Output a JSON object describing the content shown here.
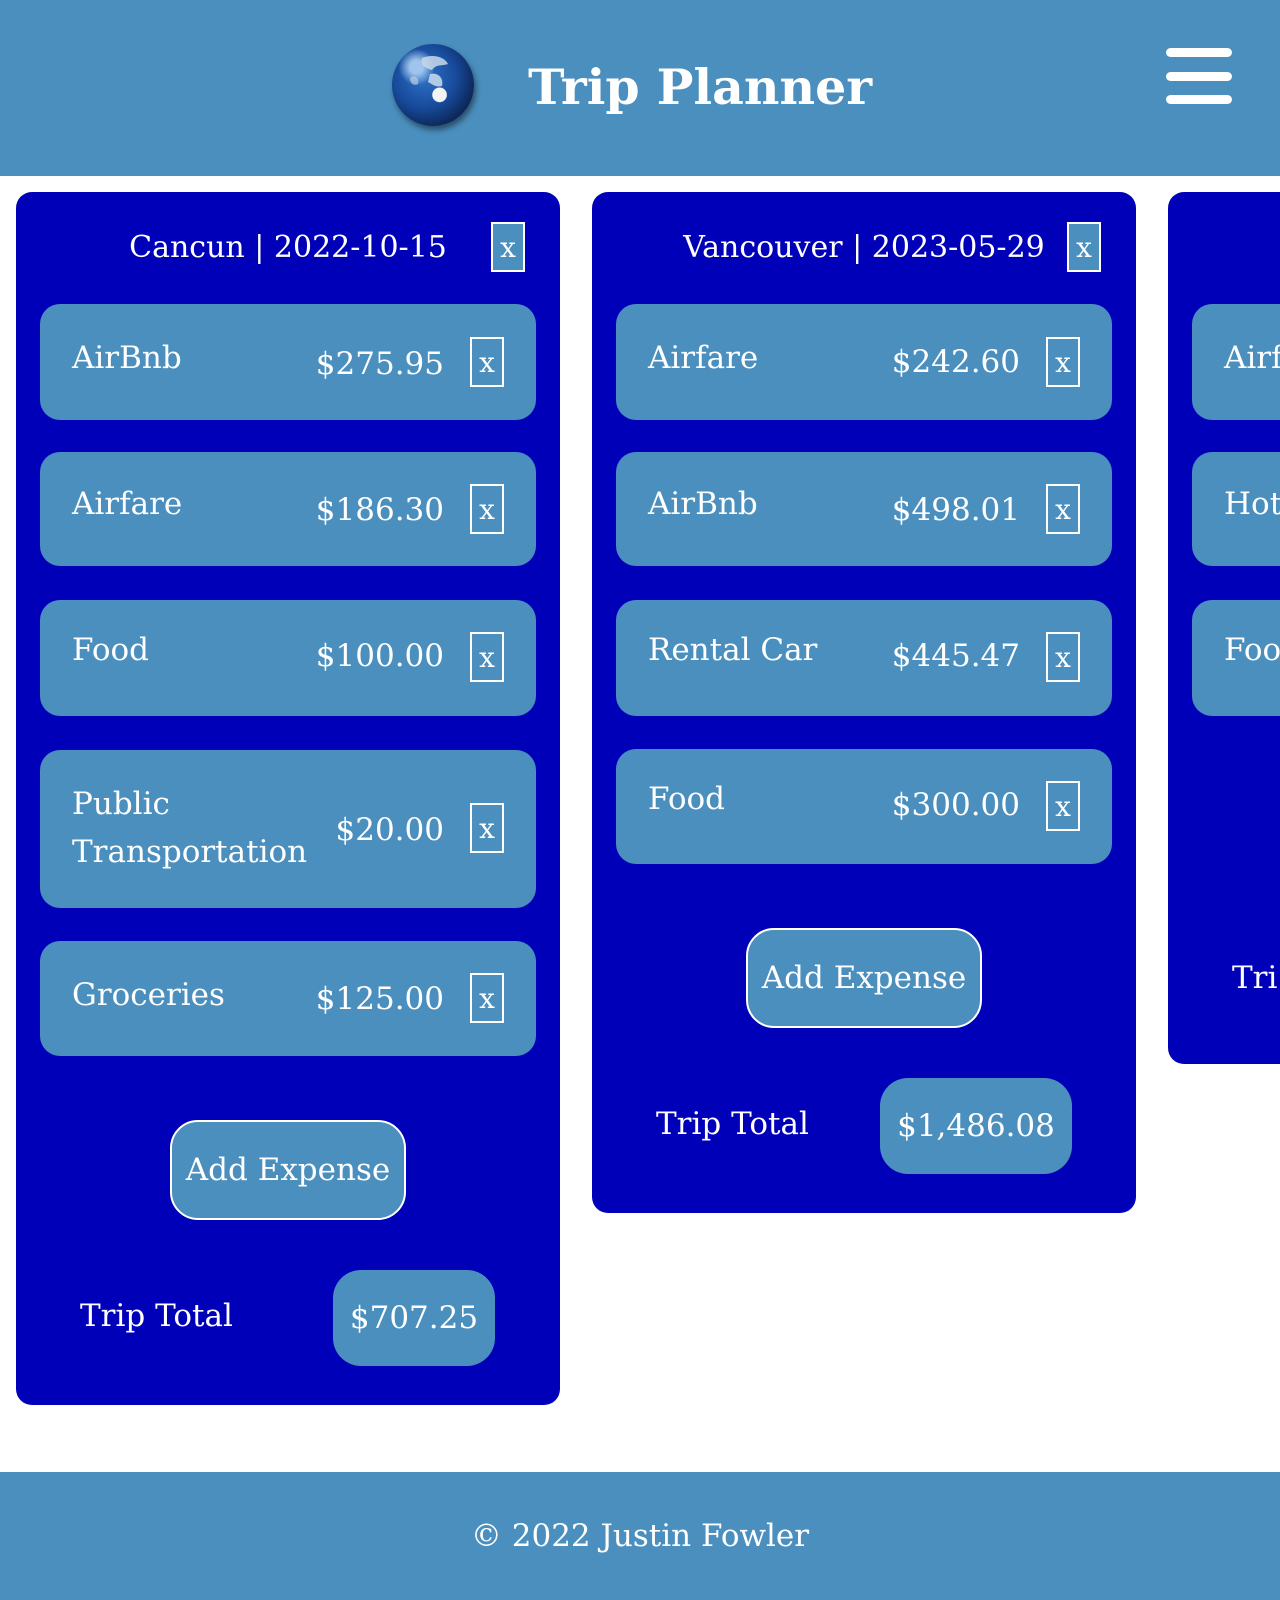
{
  "header": {
    "title": "Trip Planner",
    "logo_icon": "globe-icon",
    "menu_icon": "hamburger-menu-icon"
  },
  "colors": {
    "header_bg": "#4a8fbe",
    "card_bg": "#0000b8",
    "item_bg": "#4a8fbe",
    "text": "#ffffff"
  },
  "trips": [
    {
      "title": "Cancun | 2022-10-15",
      "remove_label": "x",
      "expenses": [
        {
          "name": "AirBnb",
          "amount": "$275.95",
          "remove_label": "x"
        },
        {
          "name": "Airfare",
          "amount": "$186.30",
          "remove_label": "x"
        },
        {
          "name": "Food",
          "amount": "$100.00",
          "remove_label": "x"
        },
        {
          "name_line1": "Public",
          "name_line2": "Transportation",
          "amount": "$20.00",
          "remove_label": "x"
        },
        {
          "name": "Groceries",
          "amount": "$125.00",
          "remove_label": "x"
        }
      ],
      "add_expense_label": "Add Expense",
      "total_label": "Trip Total",
      "total_value": "$707.25"
    },
    {
      "title": "Vancouver | 2023-05-29",
      "remove_label": "x",
      "expenses": [
        {
          "name": "Airfare",
          "amount": "$242.60",
          "remove_label": "x"
        },
        {
          "name": "AirBnb",
          "amount": "$498.01",
          "remove_label": "x"
        },
        {
          "name": "Rental Car",
          "amount": "$445.47",
          "remove_label": "x"
        },
        {
          "name": "Food",
          "amount": "$300.00",
          "remove_label": "x"
        }
      ],
      "add_expense_label": "Add Expense",
      "total_label": "Trip Total",
      "total_value": "$1,486.08"
    },
    {
      "expenses_partial": [
        {
          "name": "Airf"
        },
        {
          "name": "Hot"
        },
        {
          "name": "Foo"
        }
      ],
      "total_label_partial": "Tri"
    }
  ],
  "footer": {
    "copyright": "© 2022 Justin Fowler"
  }
}
